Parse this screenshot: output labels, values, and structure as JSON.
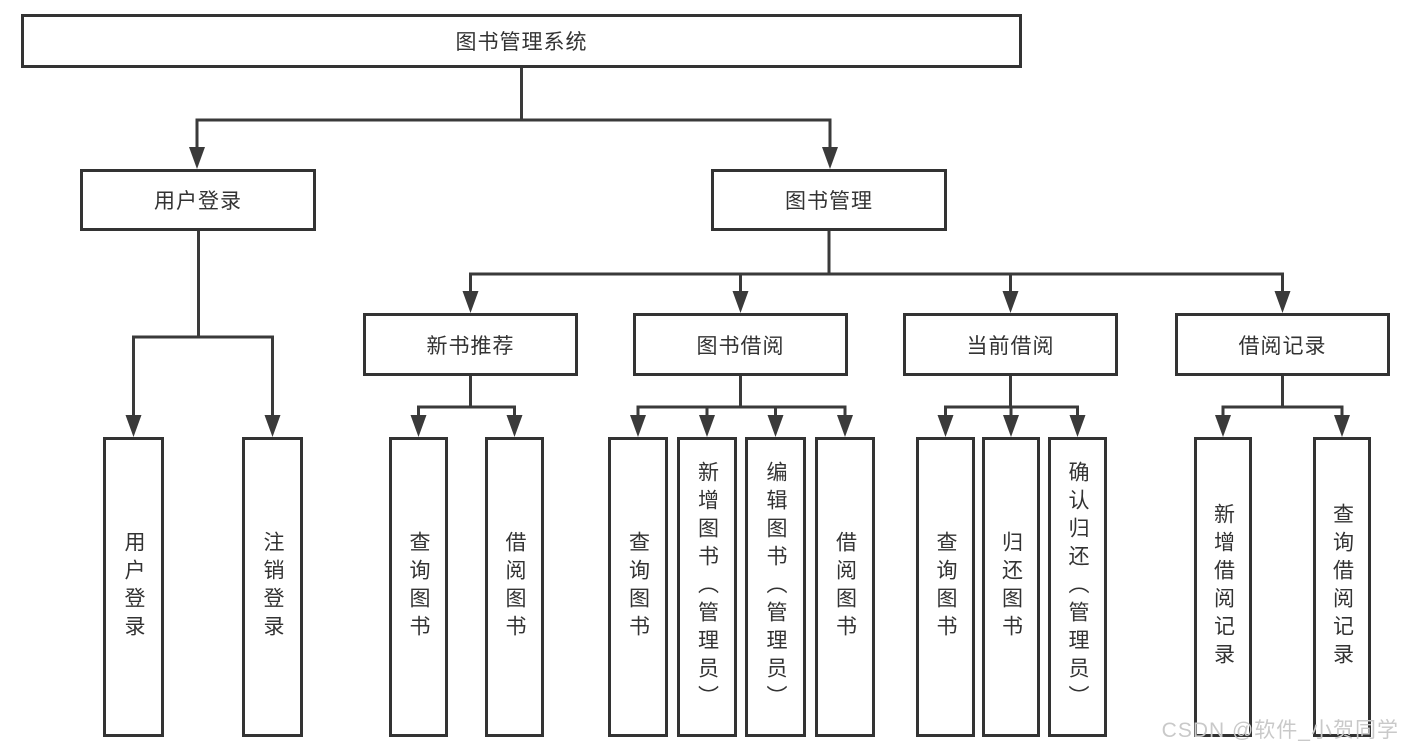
{
  "diagram": {
    "title": "图书管理系统",
    "tree": {
      "label": "图书管理系统",
      "children": [
        {
          "label": "用户登录",
          "children": [
            {
              "label": "用户登录"
            },
            {
              "label": "注销登录"
            }
          ]
        },
        {
          "label": "图书管理",
          "children": [
            {
              "label": "新书推荐",
              "children": [
                {
                  "label": "查询图书"
                },
                {
                  "label": "借阅图书"
                }
              ]
            },
            {
              "label": "图书借阅",
              "children": [
                {
                  "label": "查询图书"
                },
                {
                  "label": "新增图书（管理员）"
                },
                {
                  "label": "编辑图书（管理员）"
                },
                {
                  "label": "借阅图书"
                }
              ]
            },
            {
              "label": "当前借阅",
              "children": [
                {
                  "label": "查询图书"
                },
                {
                  "label": "归还图书"
                },
                {
                  "label": "确认归还（管理员）"
                }
              ]
            },
            {
              "label": "借阅记录",
              "children": [
                {
                  "label": "新增借阅记录"
                },
                {
                  "label": "查询借阅记录"
                }
              ]
            }
          ]
        }
      ]
    },
    "colors": {
      "line": "#3a3a3a",
      "border": "#333333",
      "text": "#333333",
      "background": "#ffffff",
      "watermark": "#c9c9c9"
    }
  },
  "watermark": "CSDN @软件_小贺同学"
}
